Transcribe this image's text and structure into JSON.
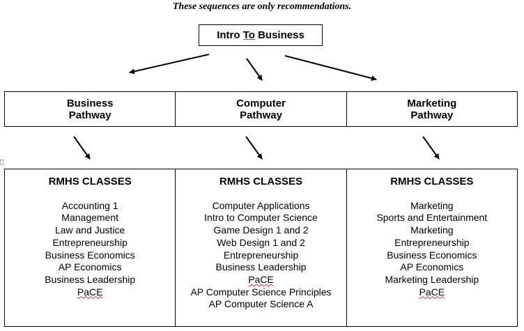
{
  "note": "These sequences are only recommendations.",
  "intro": {
    "before": "Intro ",
    "to": "To",
    "after": " Business"
  },
  "pathways": [
    {
      "line1": "Business",
      "line2": "Pathway"
    },
    {
      "line1": "Computer",
      "line2": "Pathway"
    },
    {
      "line1": "Marketing",
      "line2": "Pathway"
    }
  ],
  "columns": [
    {
      "heading": "RMHS CLASSES",
      "courses": [
        "Accounting 1",
        "Management",
        "Law and Justice",
        "Entrepreneurship",
        "Business Economics",
        "AP Economics",
        "Business Leadership",
        "PaCE"
      ]
    },
    {
      "heading": "RMHS CLASSES",
      "courses": [
        "Computer Applications",
        "Intro to Computer Science",
        "Game Design 1 and 2",
        "Web Design 1 and 2",
        "Entrepreneurship",
        "Business Leadership",
        "PaCE",
        "AP Computer Science Principles",
        "AP Computer Science A"
      ]
    },
    {
      "heading": "RMHS CLASSES",
      "courses": [
        "Marketing",
        "Sports and Entertainment",
        "Marketing",
        "Entrepreneurship",
        "Business Economics",
        "AP Economics",
        "Marketing Leadership",
        "PaCE"
      ]
    }
  ],
  "misspelled": [
    "PaCE"
  ]
}
